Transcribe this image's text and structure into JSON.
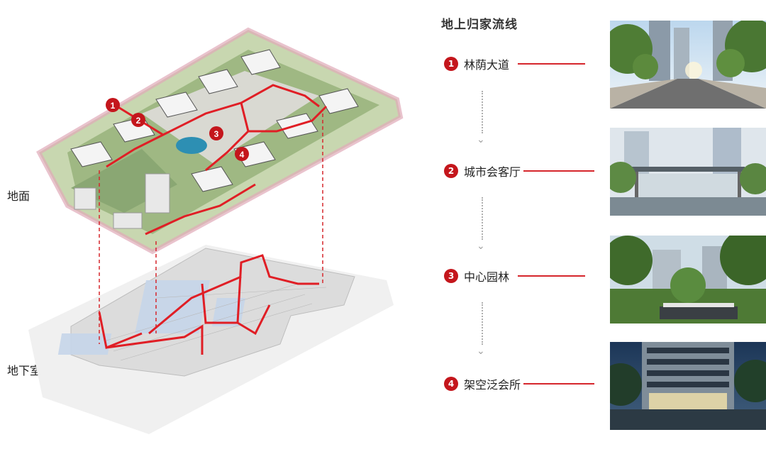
{
  "title": "地上归家流线",
  "levels": {
    "ground": "地面",
    "basement": "地下室"
  },
  "steps": [
    {
      "num": "1",
      "label": "林荫大道",
      "photo": "tree-lined-avenue-photo"
    },
    {
      "num": "2",
      "label": "城市会客厅",
      "photo": "urban-lounge-entrance-photo"
    },
    {
      "num": "3",
      "label": "中心园林",
      "photo": "central-garden-photo"
    },
    {
      "num": "4",
      "label": "架空泛会所",
      "photo": "stilted-clubhouse-photo"
    }
  ],
  "colors": {
    "accent": "#c4161c",
    "route": "#e01e25",
    "landscape": "#a9c08a",
    "plan_gray": "#e6e6e6"
  }
}
